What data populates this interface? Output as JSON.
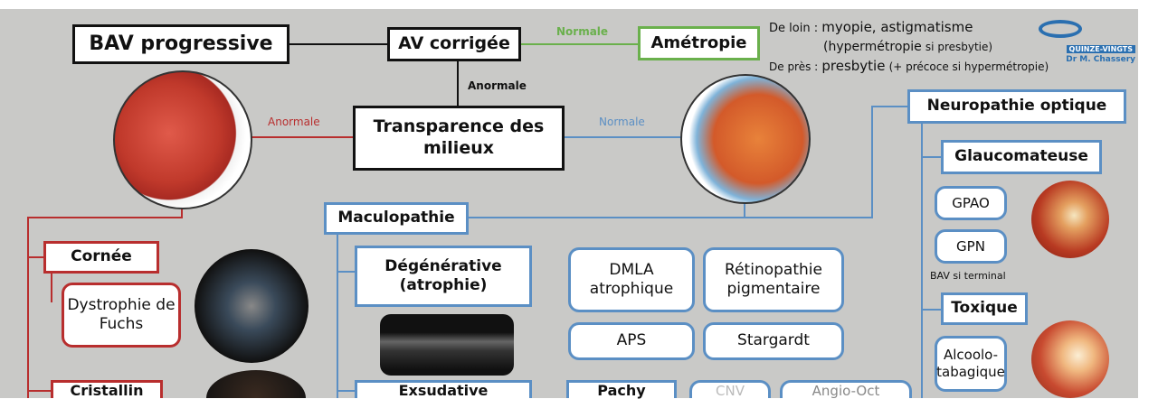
{
  "nodes": {
    "bav": "BAV progressive",
    "av": "AV corrigée",
    "ametropie": "Amétropie",
    "transparence": "Transparence des milieux",
    "neuropathie": "Neuropathie optique",
    "glaucomateuse": "Glaucomateuse",
    "gpao": "GPAO",
    "gpn": "GPN",
    "bav_terminal": "BAV si terminal",
    "toxique": "Toxique",
    "alcoolo": "Alcoolo-tabagique",
    "maculopathie": "Maculopathie",
    "degenerative": "Dégénérative (atrophie)",
    "dmla": "DMLA atrophique",
    "retinopathie": "Rétinopathie pigmentaire",
    "aps": "APS",
    "stargardt": "Stargardt",
    "cornee": "Cornée",
    "fuchs": "Dystrophie de Fuchs",
    "cristallin": "Cristallin",
    "exsudative": "Exsudative",
    "bottom2": "Pachy",
    "bottom3": "CNV",
    "bottom4": "Angio-Oct"
  },
  "labels": {
    "normale1": "Normale",
    "anormale1": "Anormale",
    "anormale2": "Anormale",
    "normale2": "Normale"
  },
  "notes": {
    "loin_label": "De loin :",
    "loin_text": "myopie, astigmatisme",
    "loin_sub": "(hypermétropie",
    "loin_sub2": "si presbytie)",
    "pres_label": "De près :",
    "pres_text": "presbytie",
    "pres_sub": "(+ précoce si hypermétropie)"
  },
  "logo": {
    "name": "QUINZE-VINGTS",
    "author": "Dr M. Chassery"
  },
  "colors": {
    "red": "#b82e2e",
    "blue": "#5b8fc4",
    "green": "#6ab04c"
  }
}
